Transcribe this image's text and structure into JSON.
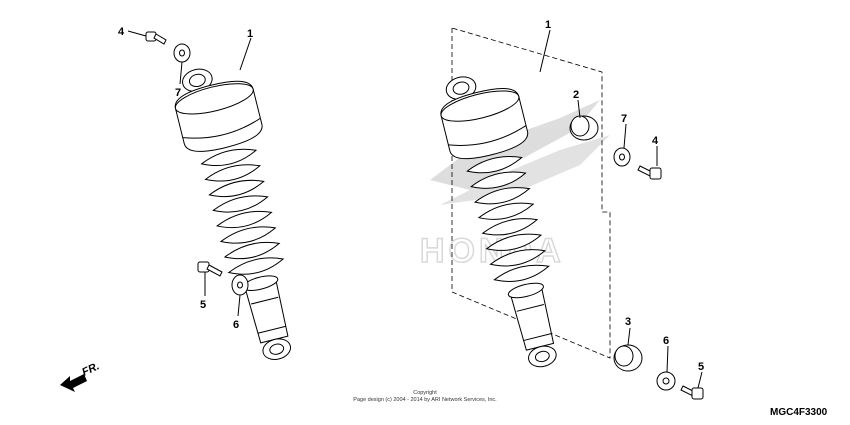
{
  "callouts": {
    "left_shock": "1",
    "left_bolt_top": "4",
    "left_washer_top": "7",
    "left_bolt_bottom": "5",
    "left_washer_bottom": "6",
    "right_shock": "1",
    "right_bushing_top": "2",
    "right_washer_top": "7",
    "right_bolt_top": "4",
    "right_bushing_bottom": "3",
    "right_washer_bottom": "6",
    "right_bolt_bottom": "5"
  },
  "front_indicator": "FR.",
  "watermark": "HONDA",
  "copyright": {
    "line1": "Copyright",
    "line2": "Page design (c) 2004 - 2014 by ARI Network Services, Inc."
  },
  "diagram_code": "MGC4F3300"
}
